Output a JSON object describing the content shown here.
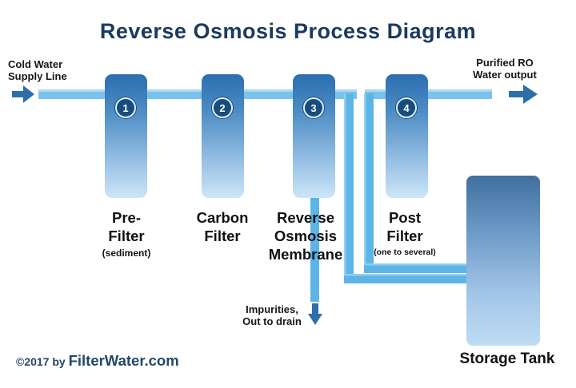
{
  "title": "Reverse Osmosis Process Diagram",
  "labels": {
    "cold_water": "Cold Water\nSupply Line",
    "purified": "Purified RO\nWater output",
    "impurities": "Impurities,\nOut to drain",
    "storage_tank": "Storage Tank",
    "copyright_prefix": "©2017 by ",
    "copyright_brand": "FilterWater.com"
  },
  "filters": [
    {
      "number": "1",
      "name": "Pre-\nFilter",
      "note": "(sediment)"
    },
    {
      "number": "2",
      "name": "Carbon\nFilter",
      "note": ""
    },
    {
      "number": "3",
      "name": "Reverse\nOsmosis\nMembrane",
      "note": ""
    },
    {
      "number": "4",
      "name": "Post\nFilter",
      "note": "(one to several)"
    }
  ],
  "colors": {
    "title_navy": "#1b3a5e",
    "pipe_blue": "#79c2eb",
    "branch_pipe_blue": "#5db4e6",
    "arrow_blue": "#2d6fa9",
    "filter_top": "#2b6fb0",
    "filter_bottom": "#cde6f8",
    "badge_fill": "#174c7d",
    "tank_top": "#41709f",
    "tank_bottom": "#bfdcf3"
  }
}
